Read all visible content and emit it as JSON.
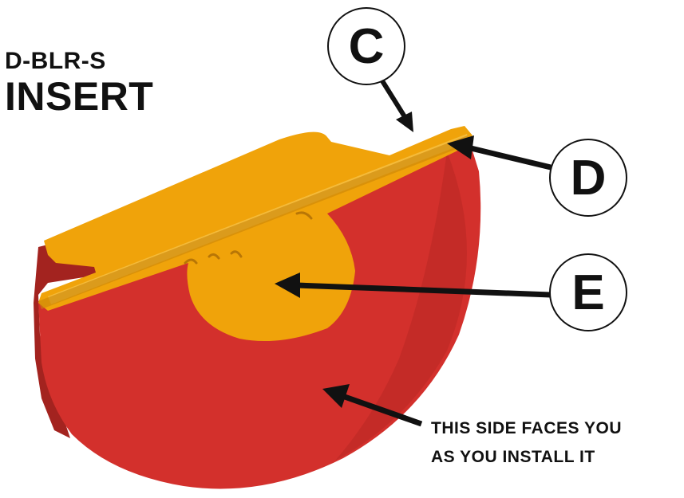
{
  "title": {
    "code": "D-BLR-S",
    "main": "INSERT"
  },
  "callouts": {
    "c": "C",
    "d": "D",
    "e": "E"
  },
  "note": {
    "line1": "THIS SIDE FACES YOU",
    "line2": "AS YOU INSTALL IT"
  },
  "colors": {
    "insert_body": "#d3302c",
    "insert_top": "#f0a30a",
    "text": "#111111"
  }
}
